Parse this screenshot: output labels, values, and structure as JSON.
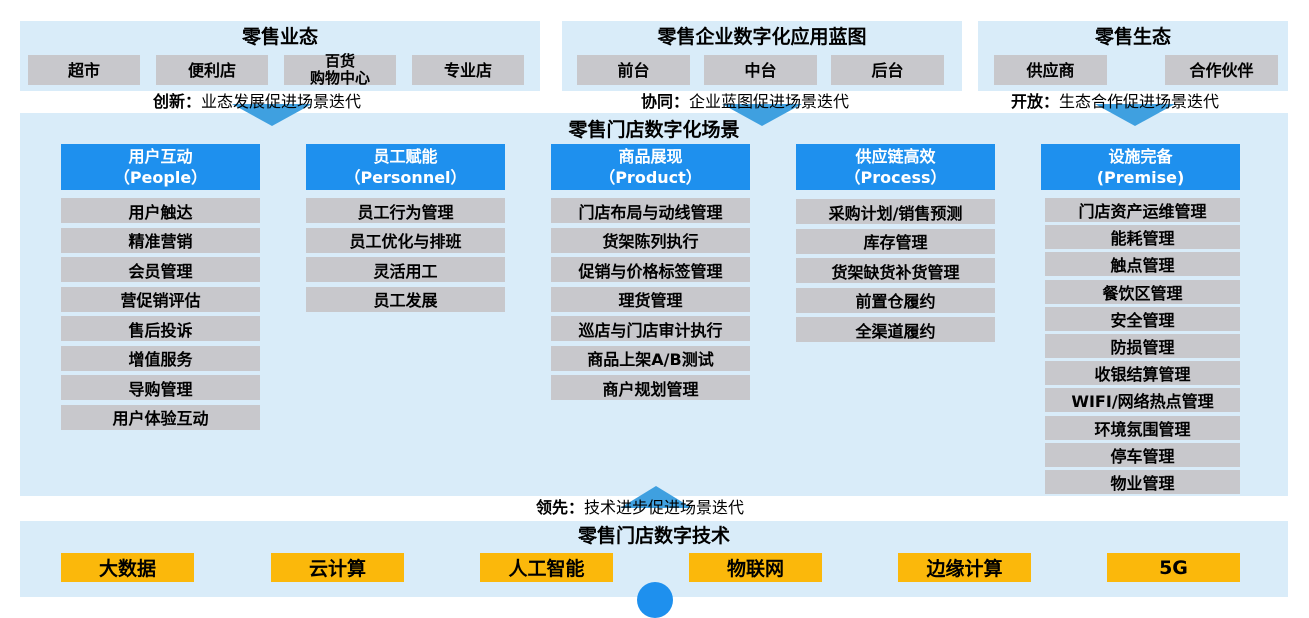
{
  "top_panels": [
    {
      "title": "零售业态",
      "items": [
        "超市",
        "便利店",
        "百货\n购物中心",
        "专业店"
      ],
      "caption_bold": "创新：",
      "caption": "业态发展促进场景迭代"
    },
    {
      "title": "零售企业数字化应用蓝图",
      "items": [
        "前台",
        "中台",
        "后台"
      ],
      "caption_bold": "协同：",
      "caption": "企业蓝图促进场景迭代"
    },
    {
      "title": "零售生态",
      "items": [
        "供应商",
        "合作伙伴"
      ],
      "caption_bold": "开放：",
      "caption": "生态合作促进场景迭代"
    }
  ],
  "main": {
    "title": "零售门店数字化场景",
    "columns": [
      {
        "head": "用户互动",
        "sub": "（People）",
        "items": [
          "用户触达",
          "精准营销",
          "会员管理",
          "营促销评估",
          "售后投诉",
          "增值服务",
          "导购管理",
          "用户体验互动"
        ]
      },
      {
        "head": "员工赋能",
        "sub": "（Personnel）",
        "items": [
          "员工行为管理",
          "员工优化与排班",
          "灵活用工",
          "员工发展"
        ]
      },
      {
        "head": "商品展现",
        "sub": "（Product）",
        "items": [
          "门店布局与动线管理",
          "货架陈列执行",
          "促销与价格标签管理",
          "理货管理",
          "巡店与门店审计执行",
          "商品上架A/B测试",
          "商户规划管理"
        ]
      },
      {
        "head": "供应链高效",
        "sub": "（Process）",
        "items": [
          "采购计划/销售预测",
          "库存管理",
          "货架缺货补货管理",
          "前置仓履约",
          "全渠道履约"
        ]
      },
      {
        "head": "设施完备",
        "sub": "(Premise)",
        "items": [
          "门店资产运维管理",
          "能耗管理",
          "触点管理",
          "餐饮区管理",
          "安全管理",
          "防损管理",
          "收银结算管理",
          "WIFI/网络热点管理",
          "环境氛围管理",
          "停车管理",
          "物业管理"
        ]
      }
    ]
  },
  "lead": {
    "bold": "领先：",
    "text": "技术进步促进场景迭代"
  },
  "tech": {
    "title": "零售门店数字技术",
    "items": [
      "大数据",
      "云计算",
      "人工智能",
      "物联网",
      "边缘计算",
      "5G"
    ]
  },
  "colors": {
    "panel": "#d9ecf9",
    "head": "#1e90ee",
    "item": "#c8c8cc",
    "tech": "#fbb80b",
    "arrow": "#3fa0e0"
  }
}
